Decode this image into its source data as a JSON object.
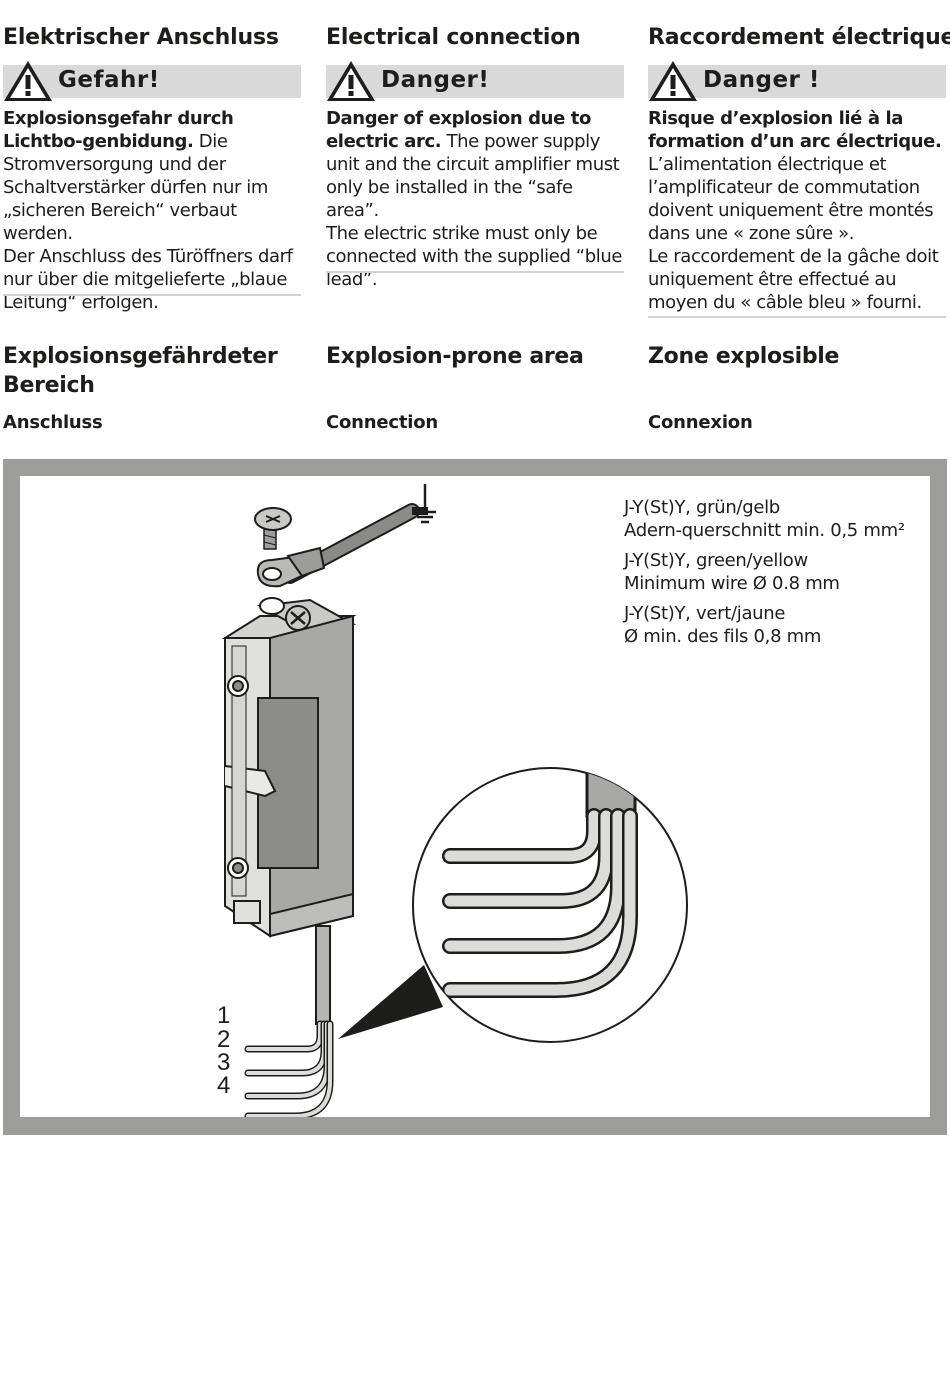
{
  "columns": [
    {
      "section_title": "Elektrischer Anschluss",
      "warning_label": "Gefahr!",
      "warning_lead": "Explosionsgefahr durch Lichtbo-genbidung.",
      "warning_text": "Die Stromversorgung und der Schaltverstärker dürfen nur im „sicheren Bereich“ verbaut werden.",
      "warning_text2": "Der Anschluss des Türöffners darf nur über die mitgelieferte „blaue Leitung“ erfolgen.",
      "area_title": "Explosionsgefährdeter Bereich",
      "subtitle": "Anschluss"
    },
    {
      "section_title": "Electrical connection",
      "warning_label": "Danger!",
      "warning_lead": "Danger of explosion due to electric arc.",
      "warning_text": "The power supply unit and the circuit amplifier must only be installed in the “safe area”.",
      "warning_text2": "The electric strike must only be connected with the supplied “blue lead”.",
      "area_title": "Explosion-prone area",
      "subtitle": "Connection"
    },
    {
      "section_title": "Raccordement électrique",
      "warning_label": "Danger !",
      "warning_lead": "Risque d’explosion lié à la formation d’un arc électrique.",
      "warning_text": "L’alimentation électrique et l’amplificateur de commutation doivent uniquement être montés dans une « zone sûre ».",
      "warning_text2": "Le raccordement de la gâche doit uniquement être effectué au moyen du « câble bleu » fourni.",
      "area_title": "Zone explosible",
      "subtitle": "Connexion"
    }
  ],
  "figure": {
    "notes": [
      {
        "line1": "J-Y(St)Y, grün/gelb",
        "line2": "Adern-querschnitt min. 0,5 mm²"
      },
      {
        "line1": "J-Y(St)Y, green/yellow",
        "line2": "Minimum wire Ø 0.8 mm"
      },
      {
        "line1": "J-Y(St)Y, vert/jaune",
        "line2": "Ø min. des fils 0,8 mm"
      }
    ],
    "wire_labels": [
      "1",
      "2",
      "3",
      "4"
    ],
    "colors": {
      "frame": "#9d9d9c",
      "body": "#a8a8a7",
      "warning_bar": "#d9d9d9"
    }
  }
}
